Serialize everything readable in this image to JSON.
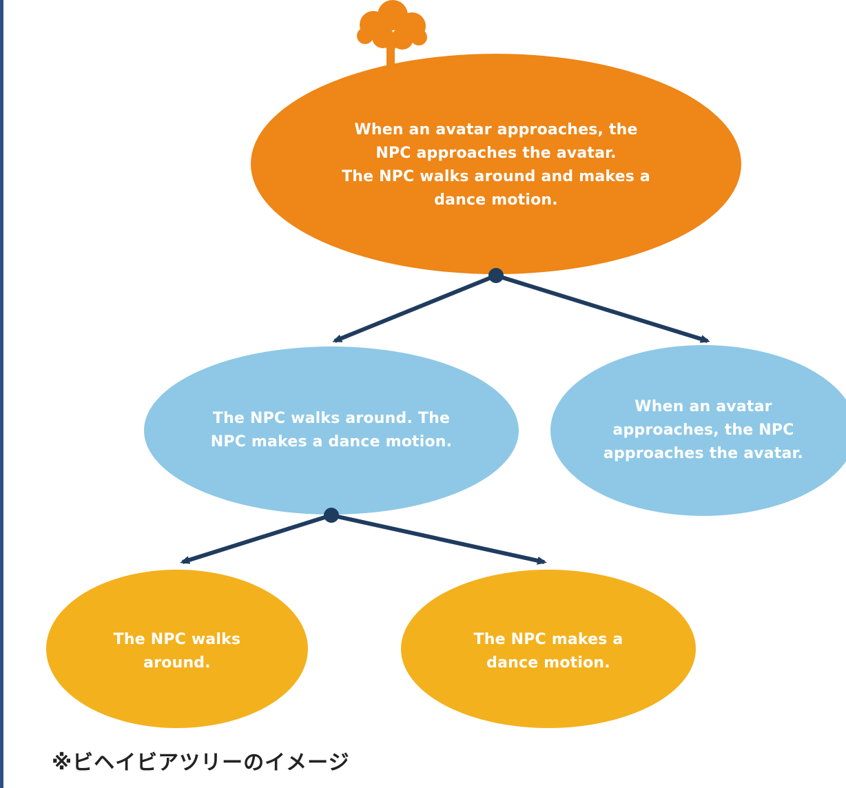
{
  "colors": {
    "root": "#ee8618",
    "selector": "#8ec8e6",
    "leaf": "#f3b11e",
    "edge": "#1f3c5f",
    "text": "#ffffff",
    "frame": "#2b4f86"
  },
  "icons": {
    "top": "tree-icon"
  },
  "nodes": {
    "root": "When an avatar approaches, the\nNPC approaches the avatar.\nThe NPC walks around and makes a\ndance motion.",
    "sequence": "The NPC walks around. The\nNPC makes a dance motion.",
    "approach": "When an avatar\napproaches, the NPC\napproaches the avatar.",
    "walk": "The NPC walks\naround.",
    "dance": "The NPC makes a\ndance motion."
  },
  "caption": "※ビヘイビアツリーのイメージ"
}
